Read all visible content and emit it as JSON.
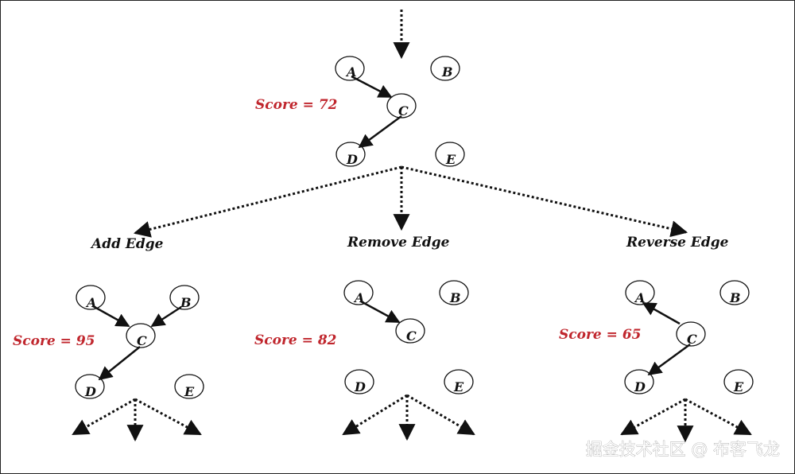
{
  "colors": {
    "score": "#c0262d",
    "line": "#111111"
  },
  "root": {
    "score": "Score = 72",
    "nodes": {
      "A": "A",
      "B": "B",
      "C": "C",
      "D": "D",
      "E": "E"
    }
  },
  "operations": {
    "add": "Add Edge",
    "remove": "Remove Edge",
    "reverse": "Reverse Edge"
  },
  "children": {
    "add": {
      "score": "Score = 95",
      "nodes": {
        "A": "A",
        "B": "B",
        "C": "C",
        "D": "D",
        "E": "E"
      }
    },
    "remove": {
      "score": "Score = 82",
      "nodes": {
        "A": "A",
        "B": "B",
        "C": "C",
        "D": "D",
        "E": "E"
      }
    },
    "reverse": {
      "score": "Score = 65",
      "nodes": {
        "A": "A",
        "B": "B",
        "C": "C",
        "D": "D",
        "E": "E"
      }
    }
  },
  "watermark": "掘金技术社区 @ 布客飞龙"
}
